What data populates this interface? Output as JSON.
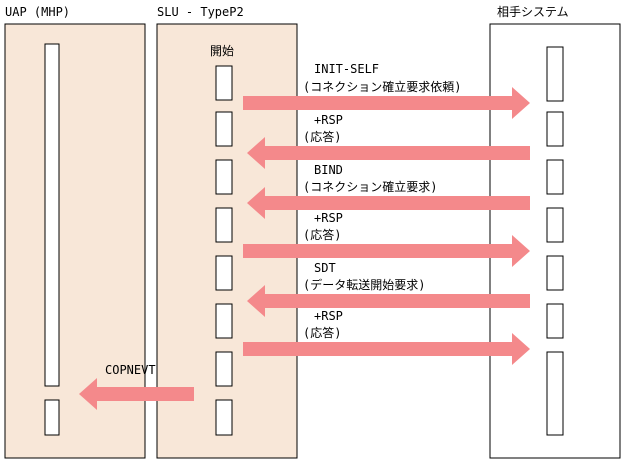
{
  "colors": {
    "lane_fill": "#f8e7d8",
    "lane_border_uap": "#000000",
    "lane_border_slu": "#000000",
    "lane_fill_partner": "#ffffff",
    "arrow": "#f4898b",
    "bar_fill": "#ffffff",
    "bar_border": "#000000"
  },
  "lanes": {
    "uap": {
      "title": "UAP (MHP)"
    },
    "slu": {
      "title": "SLU - TypeP2",
      "start_label": "開始"
    },
    "partner": {
      "title": "相手システム"
    }
  },
  "messages": [
    {
      "line1": "INIT-SELF",
      "line2": "(コネクション確立要求依頼)",
      "direction": "right"
    },
    {
      "line1": "+RSP",
      "line2": "(応答)",
      "direction": "left"
    },
    {
      "line1": "BIND",
      "line2": "(コネクション確立要求)",
      "direction": "left"
    },
    {
      "line1": "+RSP",
      "line2": "(応答)",
      "direction": "right"
    },
    {
      "line1": "SDT",
      "line2": "(データ転送開始要求)",
      "direction": "left"
    },
    {
      "line1": "+RSP",
      "line2": "(応答)",
      "direction": "right"
    },
    {
      "line1": "COPNEVT",
      "line2": "",
      "direction": "left"
    }
  ]
}
